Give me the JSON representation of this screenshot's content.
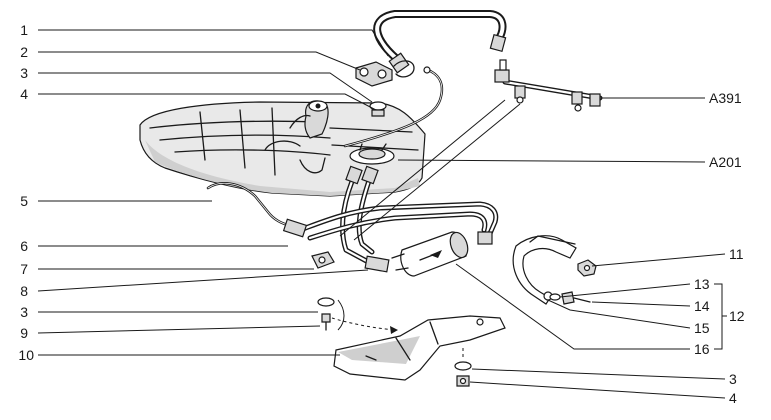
{
  "callouts": {
    "left": [
      "1",
      "2",
      "3",
      "4",
      "5",
      "6",
      "7",
      "8",
      "3",
      "9",
      "10"
    ],
    "right": [
      "A391",
      "A201",
      "11",
      "13",
      "14",
      "15",
      "16",
      "3",
      "4"
    ],
    "group": "12"
  }
}
